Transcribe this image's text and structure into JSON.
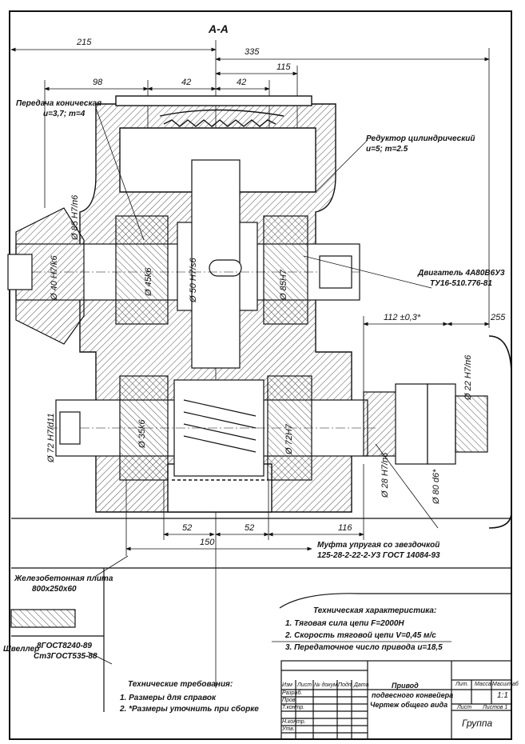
{
  "section_title": "А-А",
  "dimensions": {
    "d215": "215",
    "d335": "335",
    "d115": "115",
    "d98": "98",
    "d42a": "42",
    "d42b": "42",
    "d112": "112 ±0,3*",
    "d255": "255",
    "d52a": "52",
    "d52b": "52",
    "d116": "116",
    "d150": "150",
    "dia85": "Ø 85 H7/п6",
    "dia40": "Ø 40 H7/k6",
    "dia45": "Ø 45k6",
    "dia50": "Ø 50 H7/s6",
    "dia85h": "Ø 85H7",
    "dia72a": "Ø 72 H7/d11",
    "dia35": "Ø 35k6",
    "dia72b": "Ø 72H7",
    "dia28": "Ø 28 H7/п6",
    "dia80": "Ø 80 d6*",
    "dia22": "Ø 22 H7/п6"
  },
  "callouts": {
    "bevel_title": "Передача коническая",
    "bevel_params": "u=3,7;  m=4",
    "reducer_title": "Редуктор цилиндрический",
    "reducer_params": "u=5; m=2.5",
    "motor_title": "Двигатель 4А80В6У3",
    "motor_spec": "ТУ16-510.776-81",
    "coupling_title": "Муфта упругая со звездочкой",
    "coupling_spec": "125-28-2-22-2-У3 ГОСТ 14084-93",
    "slab_title": "Железобетонная плита",
    "slab_size": "800x250x60",
    "channel_label": "Швеллер",
    "channel_spec_top": "8ГОСТ8240-89",
    "channel_spec_bottom": "Ст3ГОСТ535-88"
  },
  "tech_characteristics": {
    "heading": "Техническая характеристика:",
    "items": [
      "1. Тяговая сила цепи F=2000Н",
      "2. Скорость тяговой цепи V=0,45 м/с",
      "3. Передаточное число привода u=18,5"
    ]
  },
  "tech_requirements": {
    "heading": "Технические требования:",
    "items": [
      "1. Размеры для справок",
      "2. *Размеры уточнить при сборке"
    ]
  },
  "title_block": {
    "headers": [
      "Изм",
      "Лист",
      "№ докум.",
      "Подп.",
      "Дата"
    ],
    "roles": [
      "Разраб.",
      "Пров.",
      "Т.контр.",
      "",
      "Н.контр.",
      "Утв."
    ],
    "title_lines": [
      "Привод",
      "подвесного конвейера",
      "Чертеж общего вида"
    ],
    "col_lit": "Лит.",
    "col_mass": "Масса",
    "col_scale": "Масштаб",
    "scale": "1:1",
    "sheet": "Лист",
    "sheets": "Листов 1",
    "org": "Группа"
  }
}
